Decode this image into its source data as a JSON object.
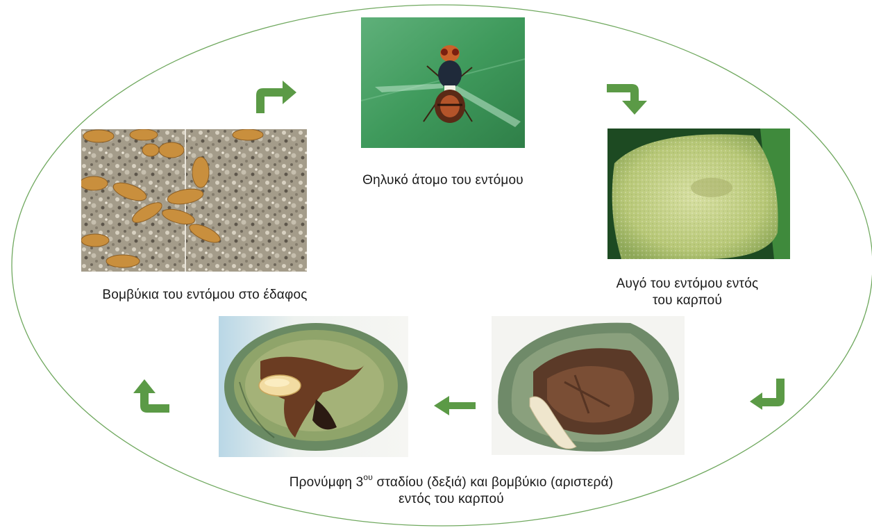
{
  "diagram": {
    "captions": {
      "adult_female": "Θηλυκό άτομο του εντόμου",
      "egg": "Αυγό του εντόμου εντός του καρπού",
      "larva_pupa_before": "Προνύμφη 3",
      "larva_pupa_sup": "ου",
      "larva_pupa_after": " σταδίου (δεξιά) και βομβύκιο (αριστερά) εντός του καρπού",
      "pupae_soil": "Βομβύκια του εντόμου στο έδαφος"
    },
    "colors": {
      "ellipse_stroke": "#6fa85e",
      "arrow": "#5b9a46",
      "leaf_green": "#3e9a5a",
      "fruit_green": "#7fa07a",
      "fruit_flesh": "#a9b870",
      "pupa_tan": "#c7913f",
      "soil": "#a69e8c"
    },
    "icons": [
      "cycle-arrow-icon"
    ]
  }
}
